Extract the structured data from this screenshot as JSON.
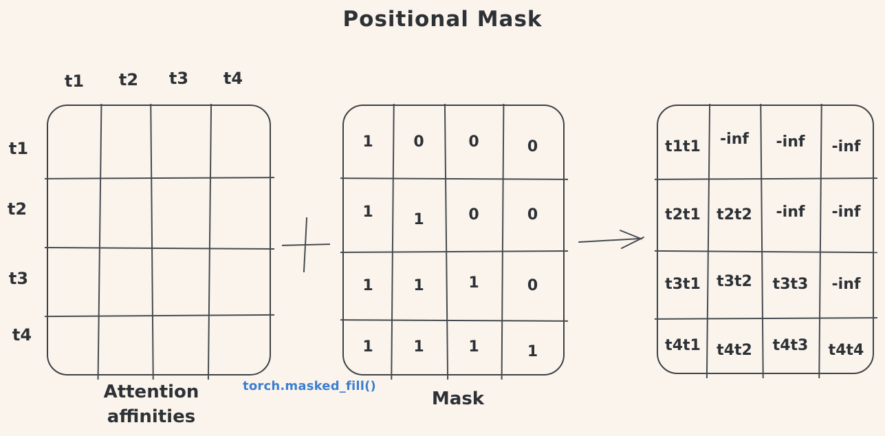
{
  "title": "Positional Mask",
  "colors": {
    "background": "#faf4ed",
    "ink": "#3c4045",
    "code_blue": "#3c7fd0"
  },
  "affinities": {
    "caption_line1": "Attention",
    "caption_line2": "affinities",
    "col_labels": [
      "t1",
      "t2",
      "t3",
      "t4"
    ],
    "row_labels": [
      "t1",
      "t2",
      "t3",
      "t4"
    ]
  },
  "operator": {
    "plus_symbol": "+"
  },
  "mask": {
    "caption": "Mask",
    "rows": [
      [
        "1",
        "0",
        "0",
        "0"
      ],
      [
        "1",
        "1",
        "0",
        "0"
      ],
      [
        "1",
        "1",
        "1",
        "0"
      ],
      [
        "1",
        "1",
        "1",
        "1"
      ]
    ]
  },
  "code_label": "torch.masked_fill()",
  "result": {
    "rows": [
      [
        "t1t1",
        "-inf",
        "-inf",
        "-inf"
      ],
      [
        "t2t1",
        "t2t2",
        "-inf",
        "-inf"
      ],
      [
        "t3t1",
        "t3t2",
        "t3t3",
        "-inf"
      ],
      [
        "t4t1",
        "t4t2",
        "t4t3",
        "t4t4"
      ]
    ]
  }
}
